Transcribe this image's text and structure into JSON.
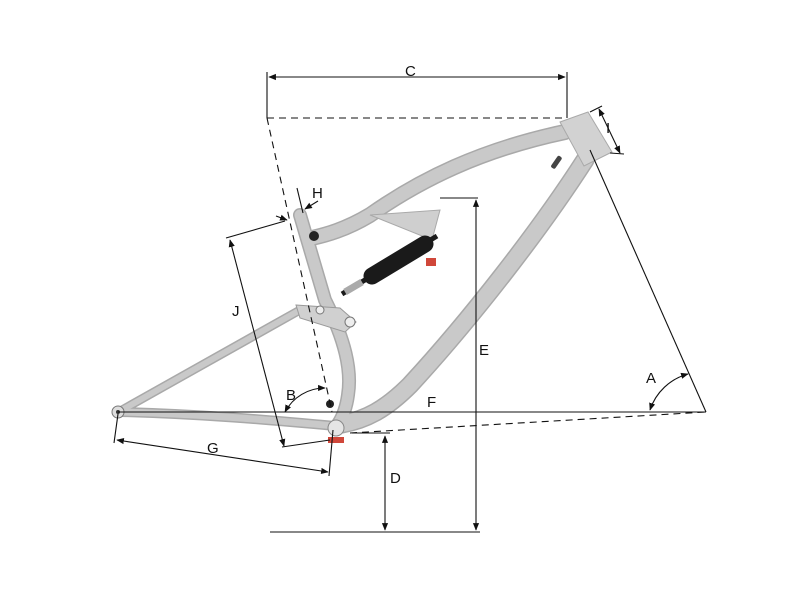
{
  "labels": {
    "A": "A",
    "B": "B",
    "C": "C",
    "D": "D",
    "E": "E",
    "F": "F",
    "G": "G",
    "H": "H",
    "I": "I",
    "J": "J"
  },
  "colors": {
    "frame": "#c9c9c9",
    "shock": "#1a1a1a",
    "accent": "#d0473a",
    "lines": "#111111"
  }
}
